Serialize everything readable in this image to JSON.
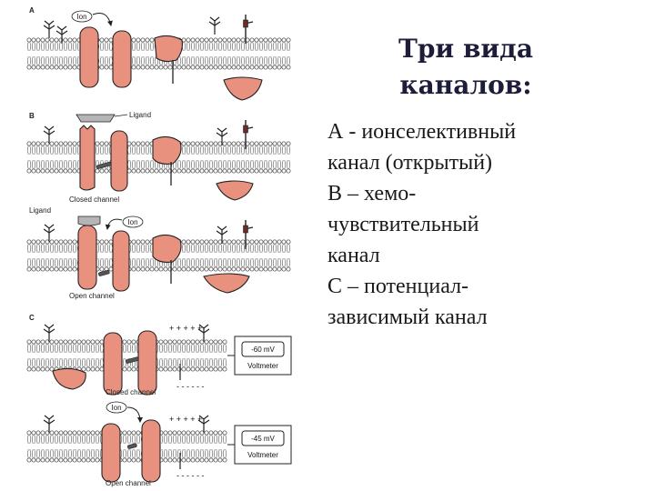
{
  "slide": {
    "title": "Три вида\nканалов:",
    "items": [
      "А - ионселективный\n   канал (открытый)",
      "В – хемо-\n   чувствительный\n   канал",
      "С – потенциал-\n   зависимый канал"
    ]
  },
  "figure": {
    "section_labels": [
      "A",
      "B",
      "C"
    ],
    "ion_label": "Ion",
    "ligand_label": "Ligand",
    "closed_channel_label": "Closed channel",
    "open_channel_label": "Open channel",
    "voltmeter_label": "Voltmeter",
    "voltage_closed": "-60 mV",
    "voltage_open": "-45 mV",
    "plus_signs": "+ + + + +",
    "minus_signs": "- - - - - -",
    "colors": {
      "channel": "#e8917f",
      "channel_outline": "#222222",
      "ligand": "#b5b5b5",
      "lipid": "#555555"
    }
  }
}
